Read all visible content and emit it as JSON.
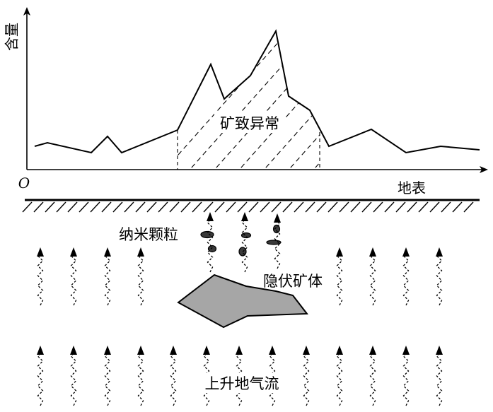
{
  "labels": {
    "y_axis": "含量",
    "origin": "O",
    "x_axis": "地表",
    "anomaly": "矿致异常",
    "particles": "纳米颗粒",
    "ore_body": "隐伏矿体",
    "gas_flow": "上升地气流"
  }
}
